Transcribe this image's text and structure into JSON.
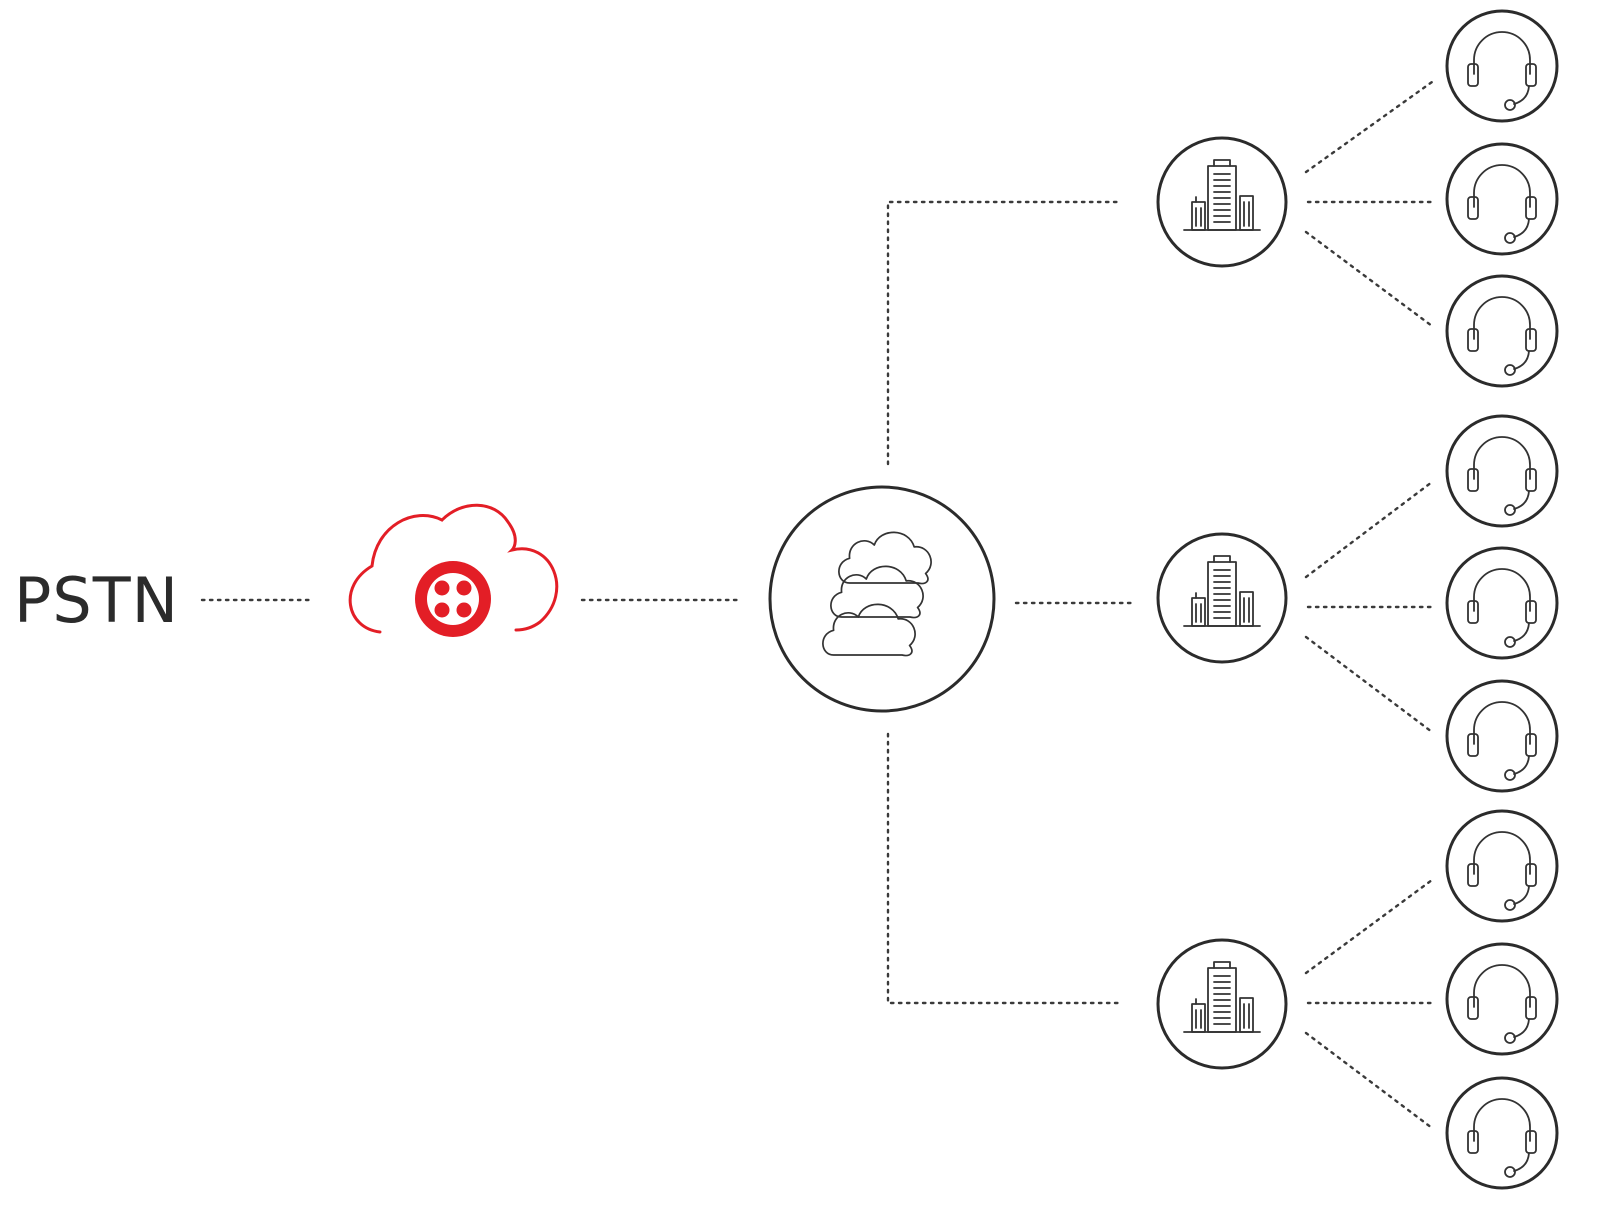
{
  "diagram": {
    "pstn_label": "PSTN",
    "brand_color": "#e31e26",
    "line_color": "#3a3a3a",
    "nodes": {
      "pstn": {
        "icon": "pstn-text"
      },
      "twilio_cloud": {
        "icon": "twilio-cloud-logo-icon"
      },
      "multi_cloud_hub": {
        "icon": "stacked-clouds-icon"
      },
      "offices": [
        {
          "icon": "office-building-icon",
          "agents": 3
        },
        {
          "icon": "office-building-icon",
          "agents": 3
        },
        {
          "icon": "office-building-icon",
          "agents": 3
        }
      ],
      "agent_icon": "headset-icon"
    }
  }
}
